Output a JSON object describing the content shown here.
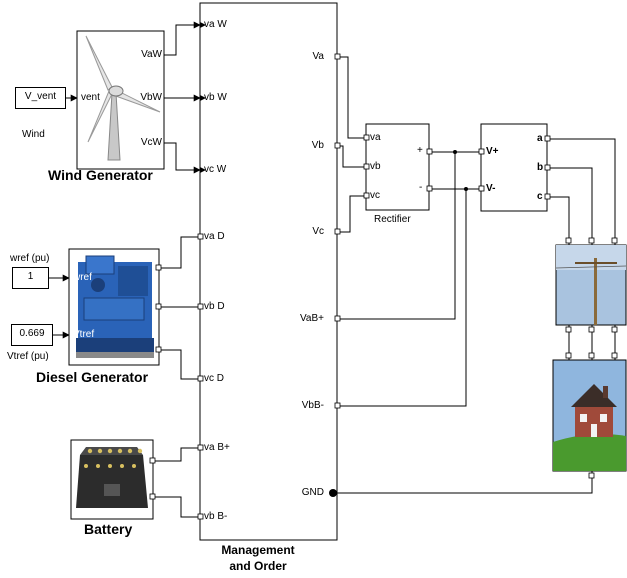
{
  "wind": {
    "const_value": "V_vent",
    "const_caption": "Wind",
    "in_port": "vent",
    "out_ports": [
      "VaW",
      "VbW",
      "VcW"
    ],
    "title": "Wind Generator"
  },
  "diesel": {
    "wref_caption": "wref (pu)",
    "wref_value": "1",
    "vtref_value": "0.669",
    "vtref_caption": "Vtref (pu)",
    "in_port_w": "wref",
    "in_port_v": "Vtref",
    "title": "Diesel Generator"
  },
  "battery": {
    "title": "Battery"
  },
  "management": {
    "title_line1": "Management",
    "title_line2": "and Order",
    "left_ports": [
      "va W",
      "vb W",
      "vc W",
      "va D",
      "vb D",
      "vc D",
      "va B+",
      "vb B-"
    ],
    "right_ports": [
      "Va",
      "Vb",
      "Vc",
      "VaB+",
      "VbB-",
      "GND"
    ]
  },
  "rectifier": {
    "title": "Rectifier",
    "in_ports": [
      "va",
      "vb",
      "vc"
    ],
    "out_plus": "+",
    "out_minus": "-"
  },
  "inverter": {
    "in_plus": "V+",
    "in_minus": "V-",
    "out_ports": [
      "a",
      "b",
      "c"
    ]
  },
  "colors": {
    "diesel_blue": "#2a63b8",
    "grass": "#4a9a2e",
    "sky": "#8fb6de"
  }
}
